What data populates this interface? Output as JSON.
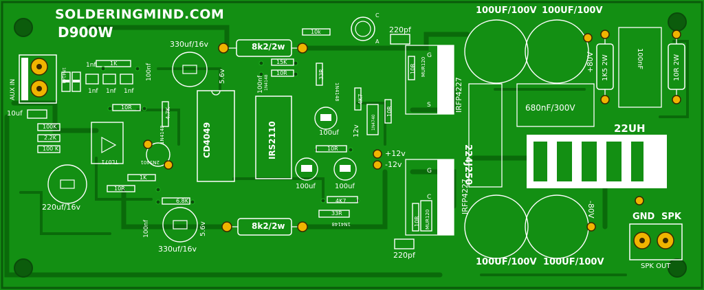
{
  "board": {
    "brand": "SOLDERINGMIND.COM",
    "model": "D900W"
  },
  "labels": {
    "c_100uf_100v_tl": "100UF/100V",
    "c_100uf_100v_tr": "100UF/100V",
    "c_100uf_100v_bl": "100UF/100V",
    "c_100uf_100v_br": "100UF/100V",
    "c_330uf_top": "330uf/16v",
    "c_330uf_bot": "330uf/16v",
    "r_8k2_top": "8k2/2w",
    "r_8k2_bot": "8k2/2w",
    "c_220pf_top": "220pf",
    "c_220pf_bot": "220pf",
    "r_10k": "10k",
    "r_15k": "15K",
    "r_10r_a": "10R",
    "r_33r_a": "33R",
    "c_100nf_a": "100nf",
    "c_100nf_b": "100nf",
    "c_100nf_c": "100nf",
    "ic_cd4049": "CD4049",
    "ic_irs2110": "IRS2110",
    "q_irfp_top": "IRFP4227",
    "q_irfp_bot": "IRFP4227",
    "c_680nf": "680nF/300V",
    "c_224j250": "224J250",
    "l_22uh": "22UH",
    "r_1k5": "1K5 2W",
    "r_10r_2w": "10R 2W",
    "c_100nf_v": "100nF",
    "v_plus80": "+80V",
    "v_minus80": "-80V",
    "gnd": "GND",
    "spk": "SPK",
    "spk_out": "SPK OUT",
    "aux_in": "AUX IN",
    "c_10uf": "10uf",
    "r_100k_a": "100K",
    "r_2k2": "2.2K",
    "r_100k_b": "100 K",
    "r_1k_a": "1K",
    "c_1nf_a": "1nf",
    "c_1nf_b": "1nf",
    "c_1nf_c": "1nf",
    "c_1nf_d": "1nf",
    "r_10r_b": "10R",
    "r_4k7_a": "4.7K",
    "d_1n4148_a": "1N4148",
    "q_2n5401": "2N5401",
    "r_1k_b": "1K",
    "r_10r_c": "10R",
    "c_220uf": "220uf/16v",
    "ic_tl071": "TL071",
    "r_6k8": "6.8K",
    "z_5v6_top": "5.6v",
    "z_5v6_bot": "5.6v",
    "c_100uf_a": "100uf",
    "c_100uf_b": "100uf",
    "c_100uf_c": "100uf",
    "z_12v": "12v",
    "r_4k7_b": "4K7",
    "r_4k7_c": "4K7",
    "r_10r_d": "10R",
    "r_10r_e": "10R",
    "r_10r_f": "10R",
    "r_10r_g": "10R",
    "r_33r_b": "33R",
    "d_1n4148_b": "1N4148",
    "d_1n4148_c": "1N4148",
    "d_1n4148_d": "1N4148",
    "d_1n4148_e": "1N4148",
    "d_mur": "MUR120",
    "d_mur_b": "MUR120",
    "pos12": "+12v",
    "neg12": "-12v",
    "g_top": "G",
    "s_top": "S",
    "g_bot": "G",
    "c_bot": "C",
    "c_top": "C",
    "a_top": "A",
    "d_1n4740": "1N4740"
  }
}
